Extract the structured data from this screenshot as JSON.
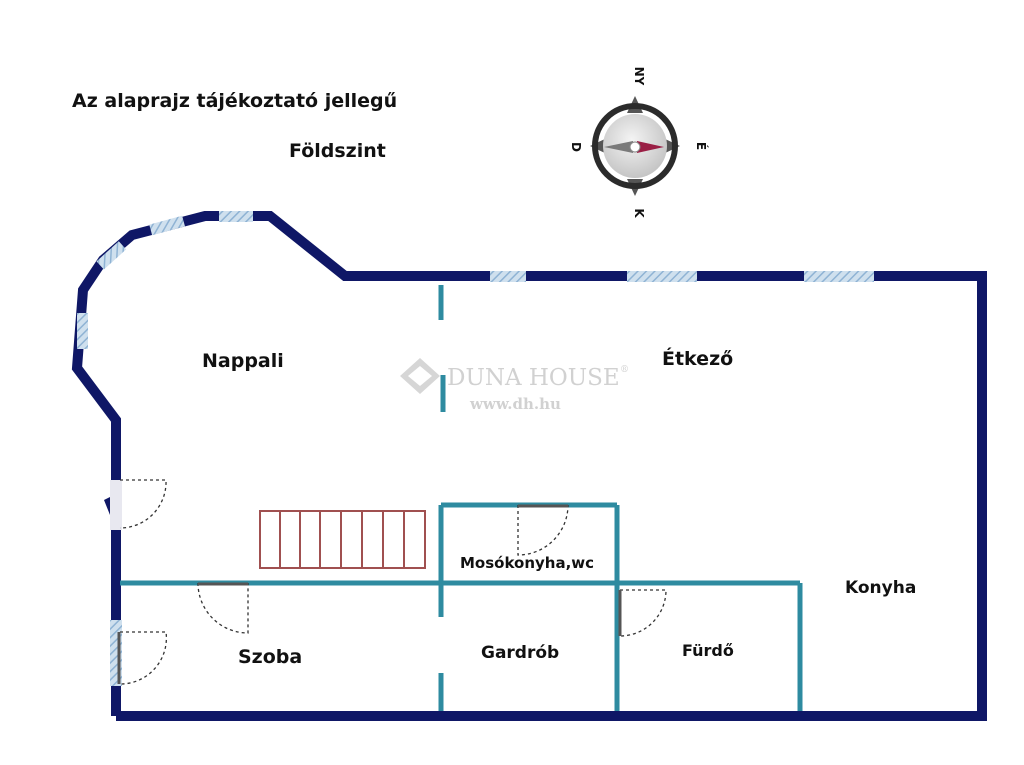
{
  "header": {
    "disclaimer": "Az alaprajz tájékoztató jellegű",
    "floor": "Földszint"
  },
  "compass": {
    "north": "NY",
    "east": "É",
    "south": "K",
    "west": "D"
  },
  "watermark": {
    "brand": "DUNA HOUSE",
    "registered": "®",
    "url": "www.dh.hu"
  },
  "rooms": {
    "nappali": "Nappali",
    "etkezo": "Étkező",
    "mosokonyha": "Mosókonyha,wc",
    "konyha": "Konyha",
    "szoba": "Szoba",
    "gardrob": "Gardrób",
    "furdo": "Fürdő"
  },
  "colors": {
    "outer_wall": "#0f1766",
    "inner_wall": "#2e8ba0",
    "window": "#a8c8e0",
    "stair": "#a05050",
    "compass_accent": "#9a1f45"
  }
}
